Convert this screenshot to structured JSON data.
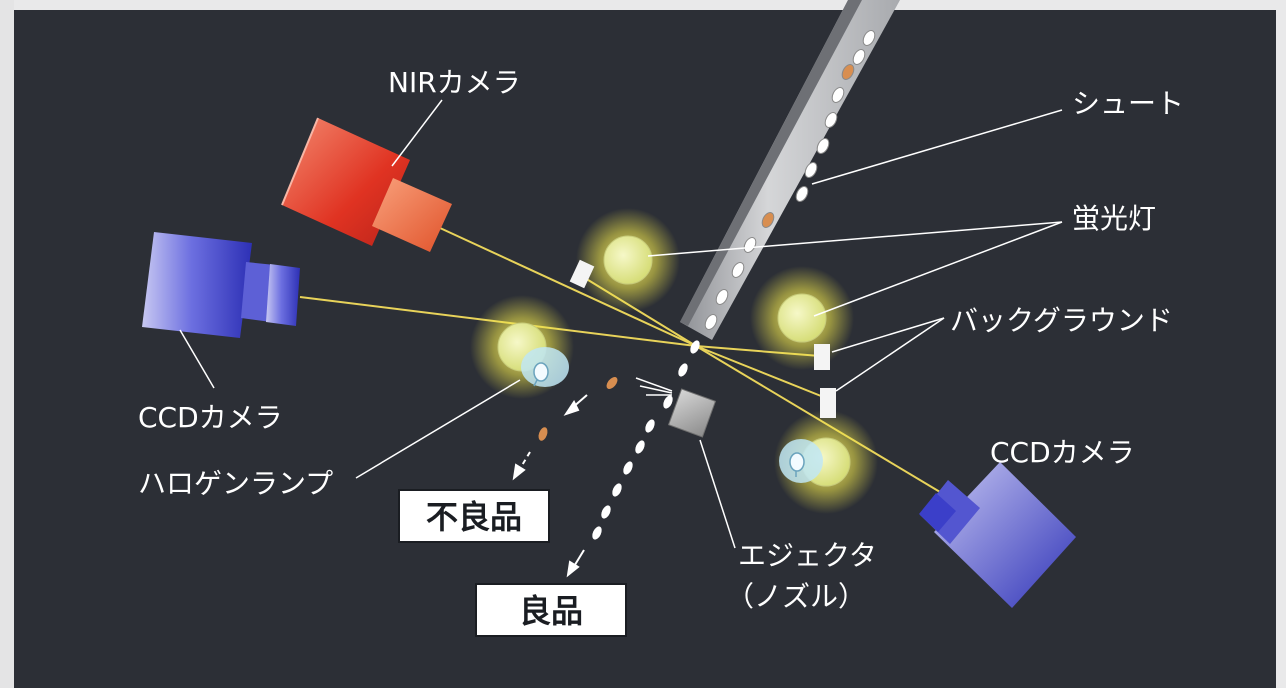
{
  "colors": {
    "background": "#2c2f36",
    "beam": "#e8d35a",
    "nir_camera": "#e23a2a",
    "ccd_camera": "#3b3fc9",
    "lamp_core": "#e8ee9a",
    "lamp_glow": "#f0e64a",
    "halogen": "#bfe6f5",
    "leader_line": "#ffffff"
  },
  "labels": {
    "nir_camera": "NIRカメラ",
    "chute": "シュート",
    "fluorescent_lamp": "蛍光灯",
    "background": "バックグラウンド",
    "ccd_camera_left": "CCDカメラ",
    "halogen_lamp": "ハロゲンランプ",
    "ccd_camera_right": "CCDカメラ",
    "defective": "不良品",
    "good": "良品",
    "ejector_line1": "エジェクタ",
    "ejector_line2": "（ノズル）"
  },
  "icons": [
    "nir-camera-icon",
    "ccd-camera-icon",
    "fluorescent-lamp-icon",
    "halogen-lamp-icon",
    "ejector-icon",
    "chute-icon"
  ]
}
